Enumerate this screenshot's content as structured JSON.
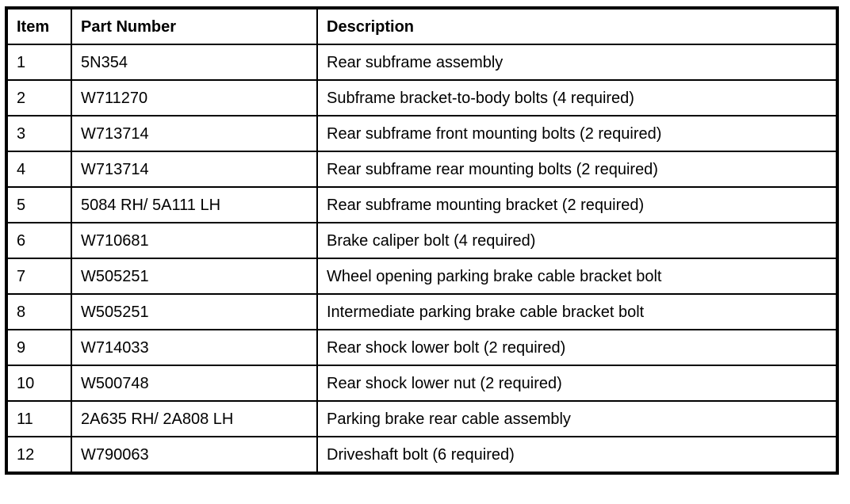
{
  "colors": {
    "border": "#000000",
    "background": "#ffffff",
    "text": "#000000"
  },
  "table": {
    "columns": [
      "Item",
      "Part Number",
      "Description"
    ],
    "rows": [
      {
        "item": "1",
        "part_number": "5N354",
        "description": "Rear subframe assembly"
      },
      {
        "item": "2",
        "part_number": "W711270",
        "description": "Subframe bracket-to-body bolts (4 required)"
      },
      {
        "item": "3",
        "part_number": "W713714",
        "description": "Rear subframe front mounting bolts (2 required)"
      },
      {
        "item": "4",
        "part_number": "W713714",
        "description": "Rear subframe rear mounting bolts (2 required)"
      },
      {
        "item": "5",
        "part_number": "5084 RH/ 5A111 LH",
        "description": "Rear subframe mounting bracket (2 required)"
      },
      {
        "item": "6",
        "part_number": "W710681",
        "description": "Brake caliper bolt (4 required)"
      },
      {
        "item": "7",
        "part_number": "W505251",
        "description": "Wheel opening parking brake cable bracket bolt"
      },
      {
        "item": "8",
        "part_number": "W505251",
        "description": "Intermediate parking brake cable bracket bolt"
      },
      {
        "item": "9",
        "part_number": "W714033",
        "description": "Rear shock lower bolt (2 required)"
      },
      {
        "item": "10",
        "part_number": "W500748",
        "description": "Rear shock lower nut (2 required)"
      },
      {
        "item": "11",
        "part_number": "2A635 RH/ 2A808 LH",
        "description": "Parking brake rear cable assembly"
      },
      {
        "item": "12",
        "part_number": "W790063",
        "description": "Driveshaft bolt (6 required)"
      }
    ]
  }
}
